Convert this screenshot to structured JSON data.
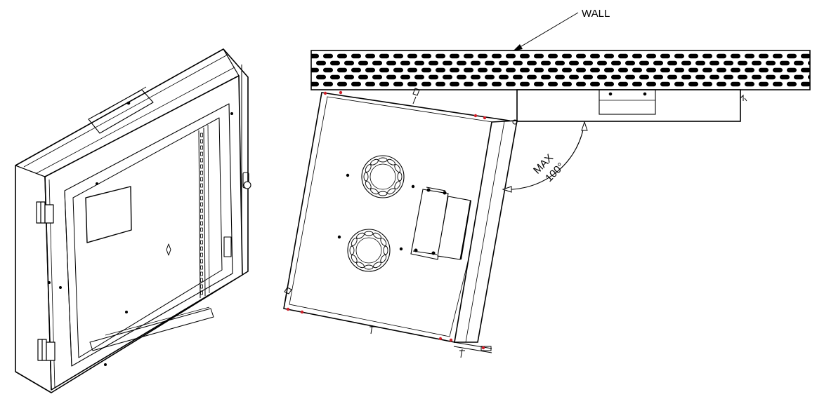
{
  "labels": {
    "wall": "WALL",
    "angle_max": "MAX",
    "angle_value": "100°"
  },
  "colors": {
    "line": "#000000",
    "hinge_accent": "#d0202a",
    "background": "#ffffff"
  }
}
